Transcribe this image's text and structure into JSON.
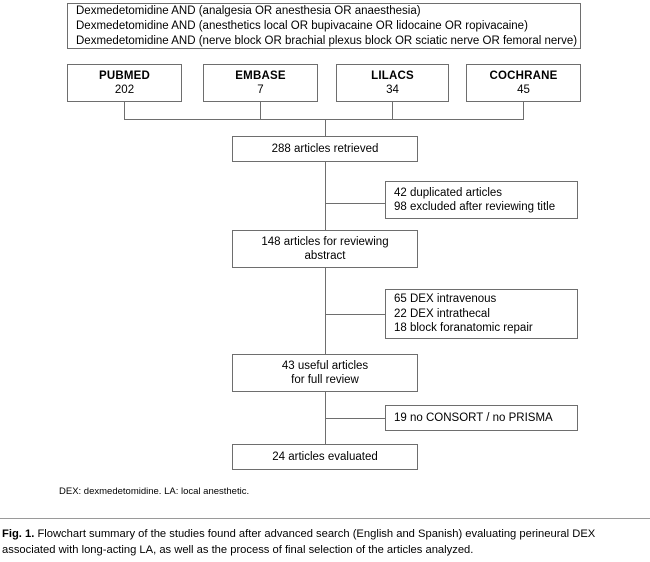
{
  "figure": {
    "search_query": {
      "lines": [
        "Dexmedetomidine AND (analgesia OR anesthesia OR anaesthesia)",
        "Dexmedetomidine AND (anesthetics local OR bupivacaine OR lidocaine OR ropivacaine)",
        "Dexmedetomidine AND (nerve block OR brachial plexus block OR sciatic nerve OR femoral nerve)"
      ]
    },
    "databases": [
      {
        "name": "PUBMED",
        "count": "202"
      },
      {
        "name": "EMBASE",
        "count": "7"
      },
      {
        "name": "LILACS",
        "count": "34"
      },
      {
        "name": "COCHRANE",
        "count": "45"
      }
    ],
    "stages": [
      {
        "lines": [
          "288 articles retrieved"
        ]
      },
      {
        "lines": [
          "148 articles for reviewing",
          "abstract"
        ]
      },
      {
        "lines": [
          "43 useful articles",
          "for full review"
        ]
      },
      {
        "lines": [
          "24 articles evaluated"
        ]
      }
    ],
    "exclusions": [
      {
        "lines": [
          "42 duplicated articles",
          "98 excluded after reviewing title"
        ]
      },
      {
        "lines": [
          "65 DEX intravenous",
          "22 DEX intrathecal",
          "18 block foranatomic repair"
        ]
      },
      {
        "lines": [
          "19 no CONSORT / no PRISMA"
        ]
      }
    ],
    "footnote": "DEX: dexmedetomidine. LA: local anesthetic.",
    "caption": {
      "label": "Fig. 1.",
      "text": "Flowchart summary of the studies found after advanced search (English and Spanish) evaluating perineural DEX associated with long-acting LA, as well as the process of final selection of the articles analyzed."
    }
  }
}
